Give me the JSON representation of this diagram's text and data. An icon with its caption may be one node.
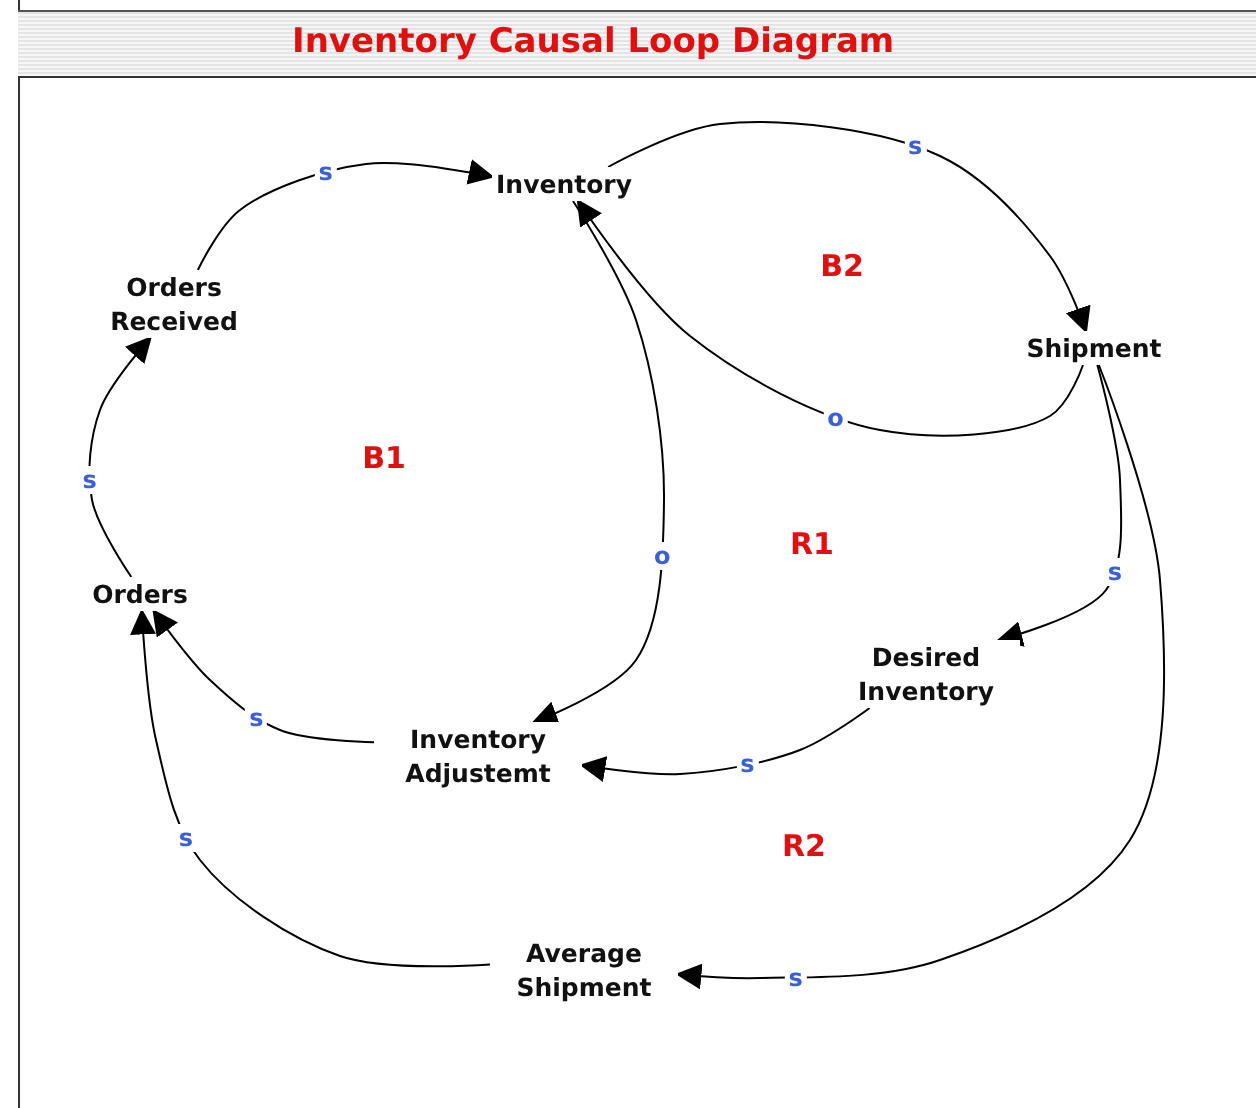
{
  "diagram": {
    "title": "Inventory Causal Loop Diagram",
    "nodes": [
      {
        "text": [
          "Inventory"
        ]
      },
      {
        "text": [
          "Orders Received"
        ]
      },
      {
        "text": [
          "Shipment"
        ]
      },
      {
        "text": [
          "Orders"
        ]
      },
      {
        "text": [
          "Desired Inventory"
        ]
      },
      {
        "text": [
          "Inventory Adjustemt"
        ]
      },
      {
        "text": [
          "Average Shipment"
        ]
      }
    ],
    "edges": [
      {
        "from": 1,
        "to": 0,
        "arrow": "to",
        "label": "s"
      },
      {
        "from": 0,
        "to": 2,
        "arrow": "to",
        "label": "s"
      },
      {
        "from": 2,
        "to": 0,
        "arrow": "to",
        "label": "o"
      },
      {
        "from": 0,
        "to": 5,
        "arrow": "to",
        "label": "o"
      },
      {
        "from": 2,
        "to": 4,
        "arrow": "to",
        "label": "s"
      },
      {
        "from": 4,
        "to": 5,
        "arrow": "to",
        "label": "s"
      },
      {
        "from": 5,
        "to": 3,
        "arrow": "to",
        "label": "s"
      },
      {
        "from": 2,
        "to": 6,
        "arrow": "to",
        "label": "s"
      },
      {
        "from": 6,
        "to": 3,
        "arrow": "to",
        "label": "s"
      },
      {
        "from": 3,
        "to": 1,
        "arrow": "to",
        "label": "s"
      }
    ],
    "labels": [
      "B2",
      "B1",
      "R1",
      "R2"
    ]
  }
}
